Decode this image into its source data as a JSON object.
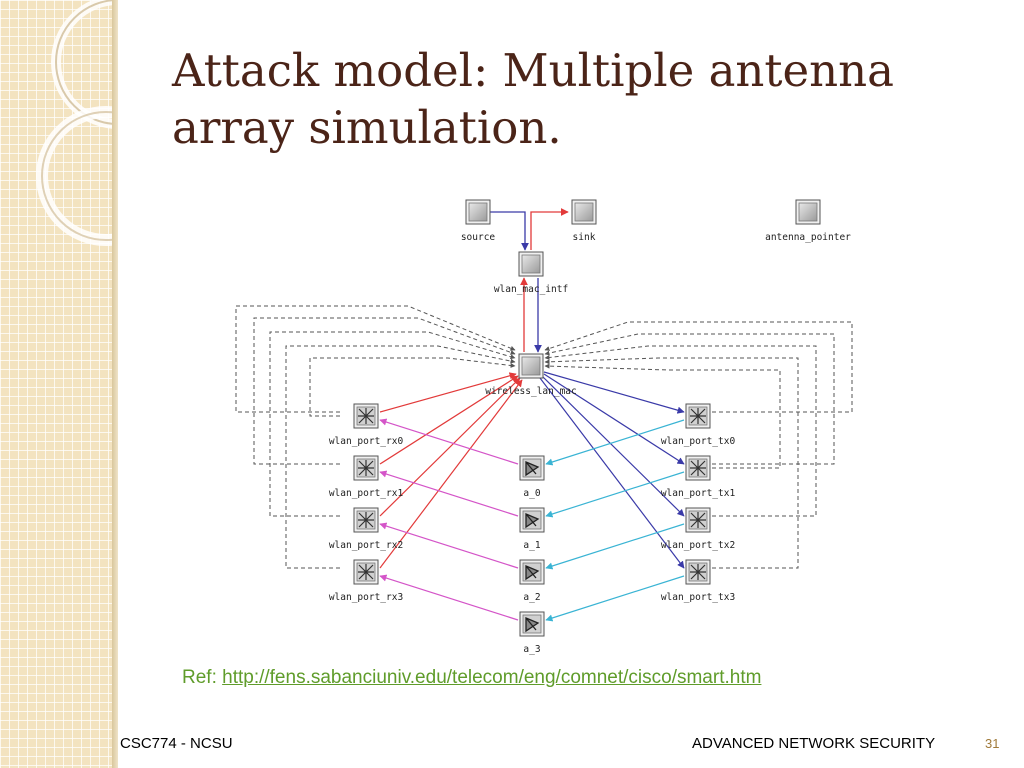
{
  "slide": {
    "title_line1": "Attack model: Multiple antenna",
    "title_line2": "array simulation.",
    "ref_prefix": "Ref: ",
    "ref_url": "http://fens.sabanciuniv.edu/telecom/eng/comnet/cisco/smart.htm",
    "footer_left": "CSC774  - NCSU",
    "footer_right": "ADVANCED NETWORK SECURITY",
    "slide_number": "31"
  },
  "diagram": {
    "nodes": {
      "source": "source",
      "sink": "sink",
      "antenna_pointer": "antenna_pointer",
      "wlan_mac_intf": "wlan_mac_intf",
      "wireless_lan_mac": "wireless_lan_mac",
      "rx0": "wlan_port_rx0",
      "rx1": "wlan_port_rx1",
      "rx2": "wlan_port_rx2",
      "rx3": "wlan_port_rx3",
      "tx0": "wlan_port_tx0",
      "tx1": "wlan_port_tx1",
      "tx2": "wlan_port_tx2",
      "tx3": "wlan_port_tx3",
      "a0": "a_0",
      "a1": "a_1",
      "a2": "a_2",
      "a3": "a_3"
    },
    "colors": {
      "mac_to_port": "#3a3aa8",
      "port_to_mac": "#e23a3a",
      "antenna_to_rx": "#d455c8",
      "tx_to_antenna": "#3ab4d4",
      "stat_wire": "#555555"
    }
  }
}
